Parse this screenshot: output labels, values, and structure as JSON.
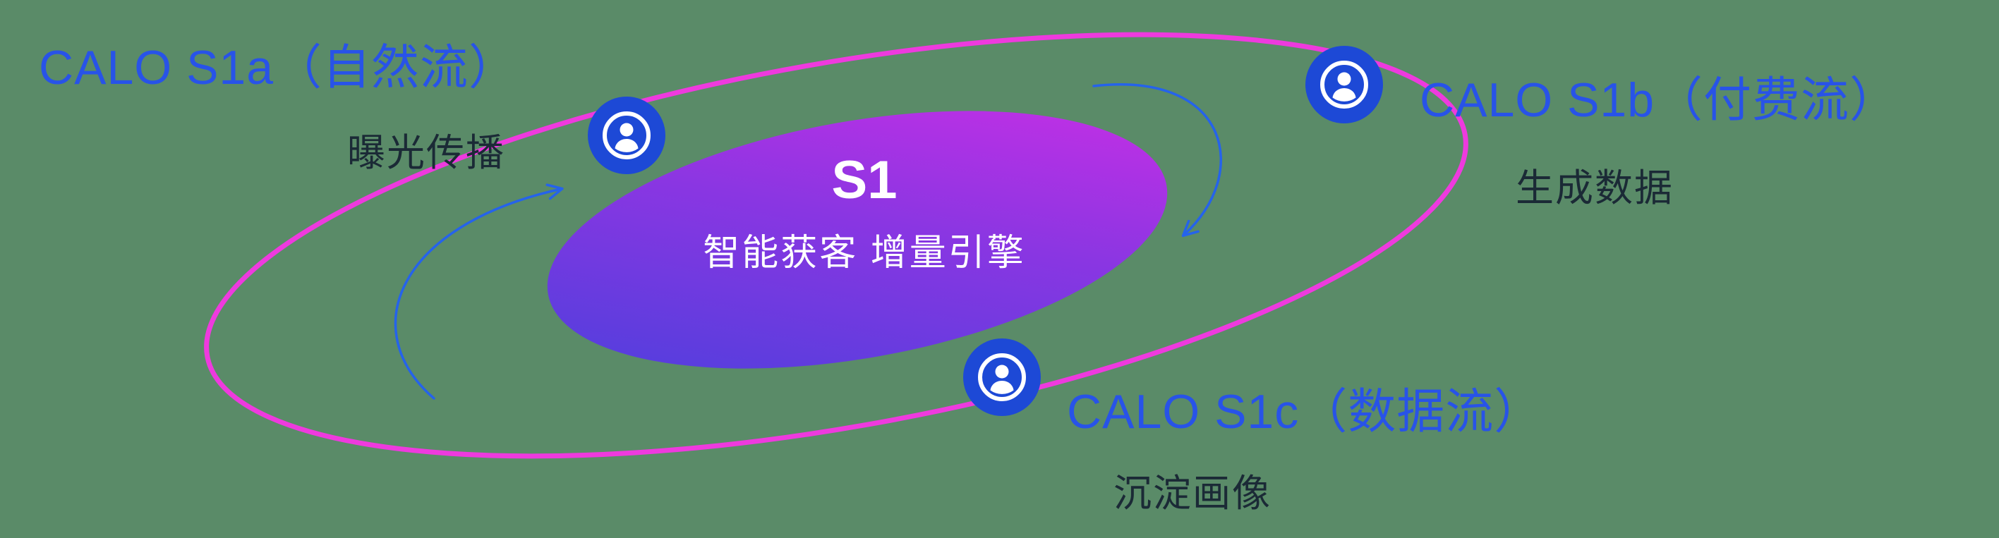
{
  "center": {
    "title": "S1",
    "subtitle": "智能获客  增量引擎"
  },
  "nodes": [
    {
      "id": "s1a",
      "label": "CALO S1a（自然流）",
      "sublabel": "曝光传播"
    },
    {
      "id": "s1b",
      "label": "CALO S1b（付费流）",
      "sublabel": "生成数据"
    },
    {
      "id": "s1c",
      "label": "CALO S1c（数据流）",
      "sublabel": "沉淀画像"
    }
  ],
  "icons": [
    {
      "name": "user-icon",
      "meaning": "person inside circle badge"
    }
  ],
  "colors": {
    "background_green": "#5a8b68",
    "label_blue": "#2853e8",
    "label_dark": "#1b2a36",
    "node_blue": "#1d49d6",
    "ring_magenta": "#ee3ade",
    "arrow_blue": "#2563eb",
    "ellipse_gradient_start": "#4840dc",
    "ellipse_gradient_end": "#d02ee6",
    "center_text_white": "#ffffff"
  }
}
